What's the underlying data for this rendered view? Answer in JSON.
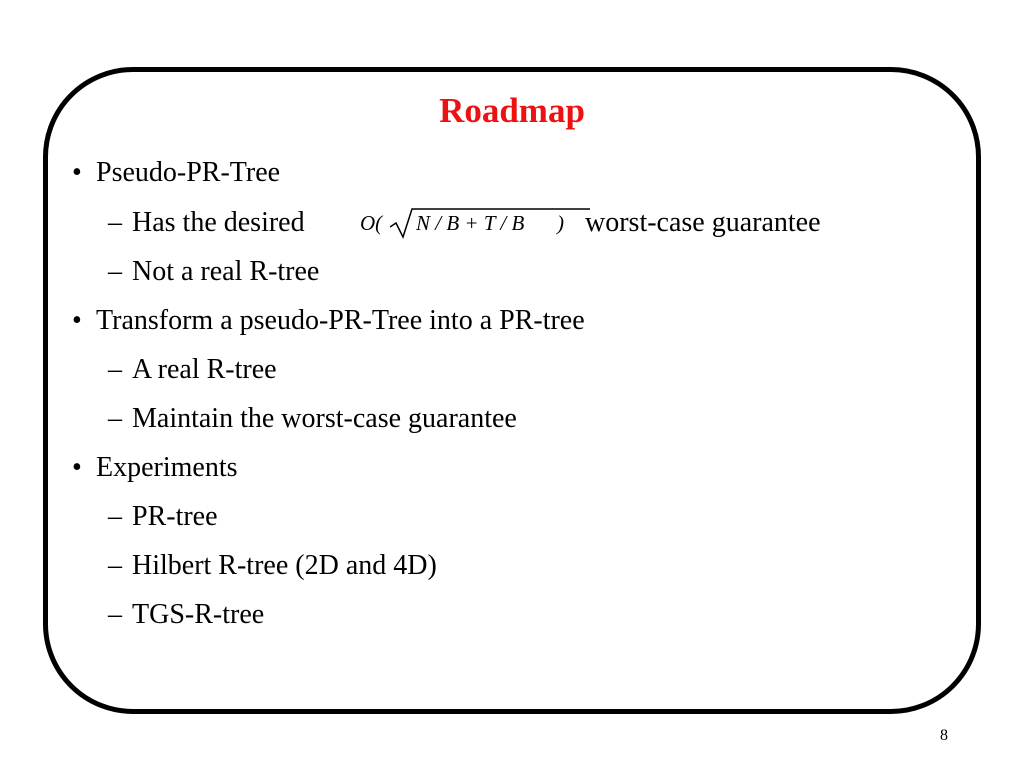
{
  "slide": {
    "title": "Roadmap",
    "title_color": "#ee1111",
    "page_number": "8"
  },
  "bullets": [
    {
      "marker": "•",
      "text": "Pseudo-PR-Tree"
    },
    {
      "marker": "–",
      "text": "Has the desired",
      "formula": {
        "open": "O(",
        "radicand": "N / B + T / B",
        "close": ")"
      },
      "text_after": "worst-case guarantee"
    },
    {
      "marker": "–",
      "text": "Not a real R-tree"
    },
    {
      "marker": "•",
      "text": "Transform a pseudo-PR-Tree into a PR-tree"
    },
    {
      "marker": "–",
      "text": "A real R-tree"
    },
    {
      "marker": "–",
      "text": "Maintain the worst-case guarantee"
    },
    {
      "marker": "•",
      "text": "Experiments"
    },
    {
      "marker": "–",
      "text": "PR-tree"
    },
    {
      "marker": "–",
      "text": "Hilbert R-tree (2D and 4D)"
    },
    {
      "marker": "–",
      "text": "TGS-R-tree"
    }
  ]
}
